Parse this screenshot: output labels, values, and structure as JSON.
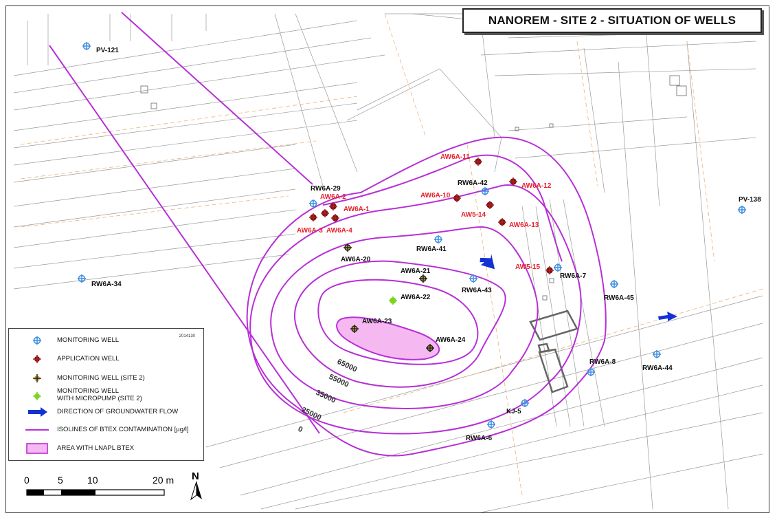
{
  "title": "NANOREM - SITE 2 -  SITUATION OF WELLS",
  "legend": {
    "code": "2014130",
    "monitoring_well": "MONITORING WELL",
    "application_well": "APPLICATION WELL",
    "monitoring_well_site2": "MONITORING WELL (SITE 2)",
    "micropump_line1": "MONITORING WELL",
    "micropump_line2": "WITH MICROPUMP (SITE 2)",
    "flow": "DIRECTION OF GROUNDWATER FLOW",
    "isolines": "ISOLINES OF BTEX CONTAMINATION [µg/l]",
    "lnapl": "AREA WITH LNAPL BTEX"
  },
  "scale": {
    "t0": "0",
    "t5": "5",
    "t10": "10",
    "t20": "20 m"
  },
  "north": "N",
  "colors": {
    "isoline": "#b72fd6",
    "lnapl_fill": "#f6b8f0",
    "monitoring": "#3d8fe0",
    "application": "#7a1414",
    "site2": "#c9a82a",
    "micropump": "#7ed321",
    "flow_arrow": "#1432d4",
    "app_label": "#e8202a"
  },
  "isoline_labels": [
    "65000",
    "55000",
    "35000",
    "25000",
    "0"
  ],
  "wells": {
    "monitoring": [
      {
        "id": "pv121",
        "label": "PV-121"
      },
      {
        "id": "rw6a29",
        "label": "RW6A-29"
      },
      {
        "id": "rw6a42",
        "label": "RW6A-42"
      },
      {
        "id": "rw6a41",
        "label": "RW6A-41"
      },
      {
        "id": "rw6a43",
        "label": "RW6A-43"
      },
      {
        "id": "rw6a7",
        "label": "RW6A-7"
      },
      {
        "id": "rw6a45",
        "label": "RW6A-45"
      },
      {
        "id": "pv138",
        "label": "PV-138"
      },
      {
        "id": "rw6a34",
        "label": "RW6A-34"
      },
      {
        "id": "rw6a8",
        "label": "RW6A-8"
      },
      {
        "id": "rw6a44",
        "label": "RW6A-44"
      },
      {
        "id": "kj5",
        "label": "KJ-5"
      },
      {
        "id": "rw6a6",
        "label": "RW6A-6"
      }
    ],
    "application": [
      {
        "id": "aw6a11",
        "label": "AW6A-11"
      },
      {
        "id": "aw6a12",
        "label": "AW6A-12"
      },
      {
        "id": "aw6a10",
        "label": "AW6A-10"
      },
      {
        "id": "aw514",
        "label": "AW5-14"
      },
      {
        "id": "aw6a13",
        "label": "AW6A-13"
      },
      {
        "id": "aw515",
        "label": "AW5-15"
      },
      {
        "id": "aw6a2",
        "label": "AW6A-2"
      },
      {
        "id": "aw6a1",
        "label": "AW6A-1"
      },
      {
        "id": "aw6a3",
        "label": "AW6A-3"
      },
      {
        "id": "aw6a4",
        "label": "AW6A-4"
      }
    ],
    "site2": [
      {
        "id": "aw6a20",
        "label": "AW6A-20"
      },
      {
        "id": "aw6a21",
        "label": "AW6A-21"
      },
      {
        "id": "aw6a23",
        "label": "AW6A-23"
      },
      {
        "id": "aw6a24",
        "label": "AW6A-24"
      }
    ],
    "micropump": [
      {
        "id": "aw6a22",
        "label": "AW6A-22"
      }
    ]
  }
}
